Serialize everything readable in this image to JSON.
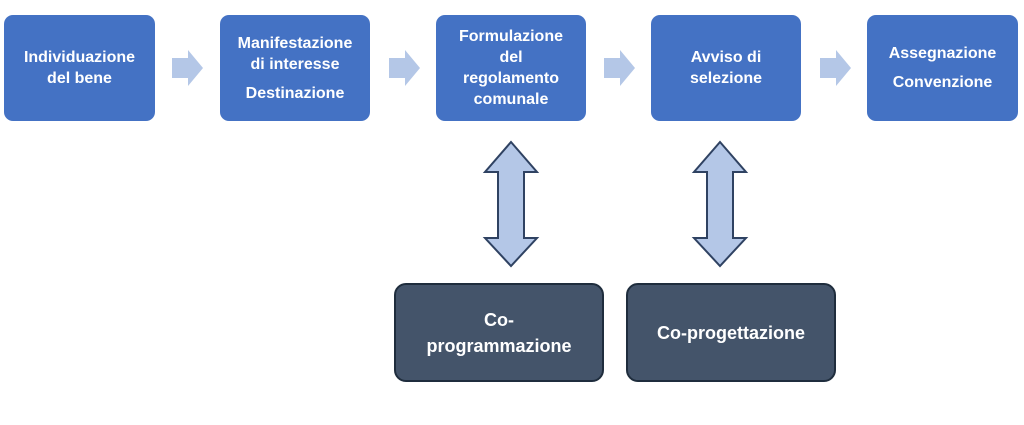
{
  "steps": [
    {
      "lines": [
        "Individuazione",
        "del bene"
      ]
    },
    {
      "line1": "Manifestazione",
      "line2": "di interesse",
      "line3": "Destinazione"
    },
    {
      "lines": [
        "Formulazione",
        "del",
        "regolamento",
        "comunale"
      ]
    },
    {
      "lines": [
        "Avviso di",
        "selezione"
      ]
    },
    {
      "line1": "Assegnazione",
      "line2": "Convenzione"
    }
  ],
  "subprocesses": [
    {
      "lines": [
        "Co-",
        "programmazione"
      ]
    },
    {
      "label": "Co-progettazione"
    }
  ],
  "colors": {
    "step_fill": "#4472c4",
    "sub_fill": "#44546a",
    "arrow_fill": "#b4c7e7",
    "arrow_stroke": "#2f4262"
  }
}
